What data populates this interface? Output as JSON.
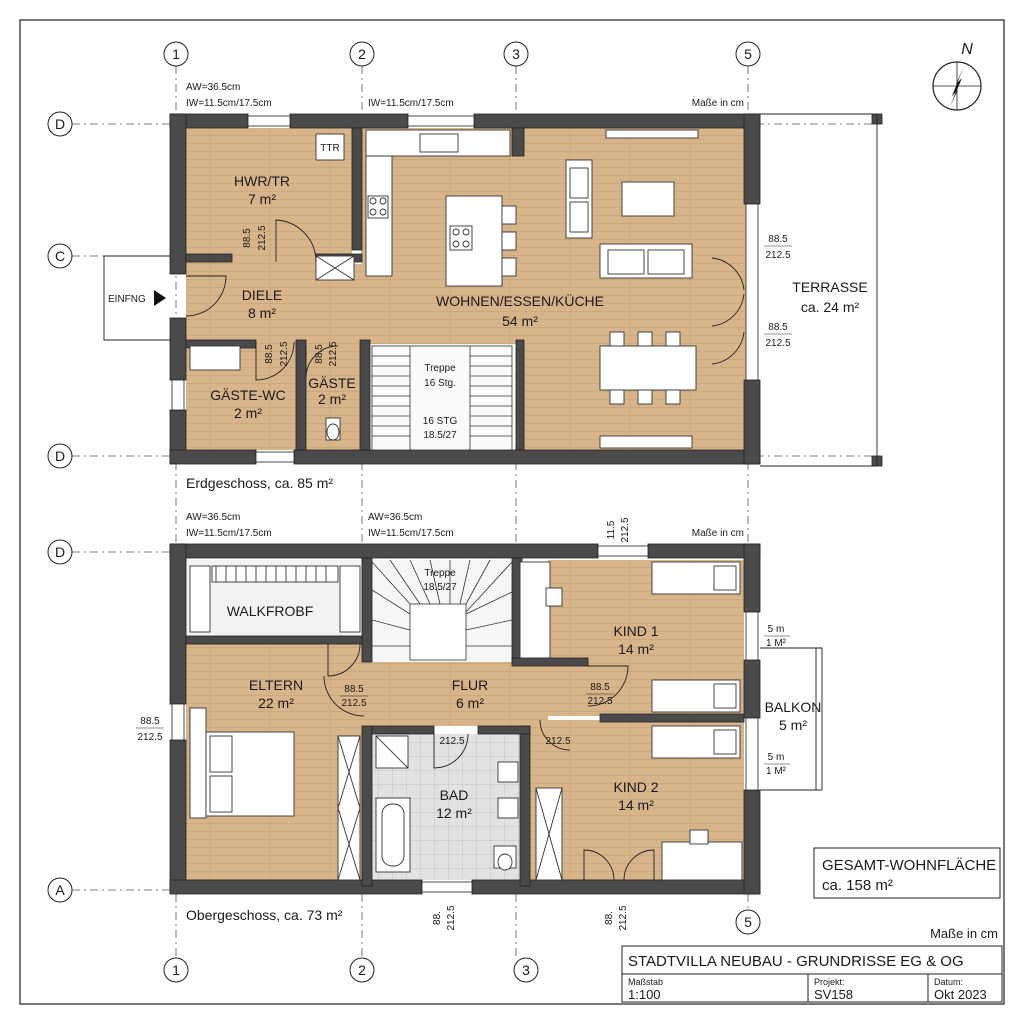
{
  "axes": {
    "top": [
      "1",
      "2",
      "3",
      "5"
    ],
    "bottom": [
      "1",
      "2",
      "3",
      "5"
    ],
    "left_eg": [
      "D",
      "C",
      "D"
    ],
    "left_og": [
      "D",
      "A"
    ]
  },
  "north": "N",
  "eg": {
    "wall_note_1": "AW=36.5cm",
    "wall_note_2": "IW=11.5cm/17.5cm",
    "wall_note_3": "IW=11.5cm/17.5cm",
    "mass": "Maße in cm",
    "caption": "Erdgeschoss, ca. 85 m²",
    "entry": "EINFNG",
    "rooms": [
      {
        "name": "HWR/TR",
        "area": "7 m²"
      },
      {
        "name": "DIELE",
        "area": "8 m²"
      },
      {
        "name": "GÄSTE-WC",
        "area": "2 m²"
      },
      {
        "name": "GÄSTE",
        "area": "2 m²"
      },
      {
        "name": "WOHNEN/ESSEN/KÜCHE",
        "area": "54 m²"
      },
      {
        "name": "TERRASSE",
        "area": "ca. 24 m²"
      }
    ],
    "stair_1": "Treppe",
    "stair_2": "16 Stg.",
    "stair_3": "16 STG",
    "stair_4": "18.5/27",
    "ttr": "TTR",
    "dims": {
      "a": "88.5",
      "b": "212.5"
    }
  },
  "og": {
    "wall_note_1": "AW=36.5cm",
    "wall_note_2": "IW=11.5cm/17.5cm",
    "wall_note_3": "AW=36.5cm",
    "wall_note_4": "IW=11.5cm/17.5cm",
    "mass": "Maße in cm",
    "caption": "Obergeschoss, ca. 73 m²",
    "rooms": [
      {
        "name": "WALKFROBF",
        "area": ""
      },
      {
        "name": "ELTERN",
        "area": "22 m²"
      },
      {
        "name": "FLUR",
        "area": "6 m²"
      },
      {
        "name": "BAD",
        "area": "12 m²"
      },
      {
        "name": "KIND 1",
        "area": "14 m²"
      },
      {
        "name": "KIND 2",
        "area": "14 m²"
      },
      {
        "name": "BALKON",
        "area": "5 m²"
      }
    ],
    "stair_1": "Treppe",
    "stair_2": "18.5/27",
    "dims": {
      "a": "88.5",
      "b": "212.5",
      "c": "11.5",
      "d": "212.5",
      "e": "212.5",
      "f": "5 m",
      "g": "1 M²",
      "h": "88.",
      "i": "212.5",
      "j": "88."
    }
  },
  "total": {
    "label": "GESAMT-WOHNFLÄCHE",
    "value": "ca. 158 m²"
  },
  "titleblock": {
    "mass": "Maße in cm",
    "title": "STADTVILLA NEUBAU - GRUNDRISSE EG & OG",
    "scale_label": "Maßstab",
    "scale_value": "1:100",
    "project_label": "Projekt:",
    "project_value": "SV158",
    "date_label": "Datum:",
    "date_value": "Okt 2023"
  },
  "colors": {
    "floor": "#d8b48a",
    "wall": "#4a4a4a",
    "tile": "#dcdcdc",
    "line": "#222222"
  }
}
